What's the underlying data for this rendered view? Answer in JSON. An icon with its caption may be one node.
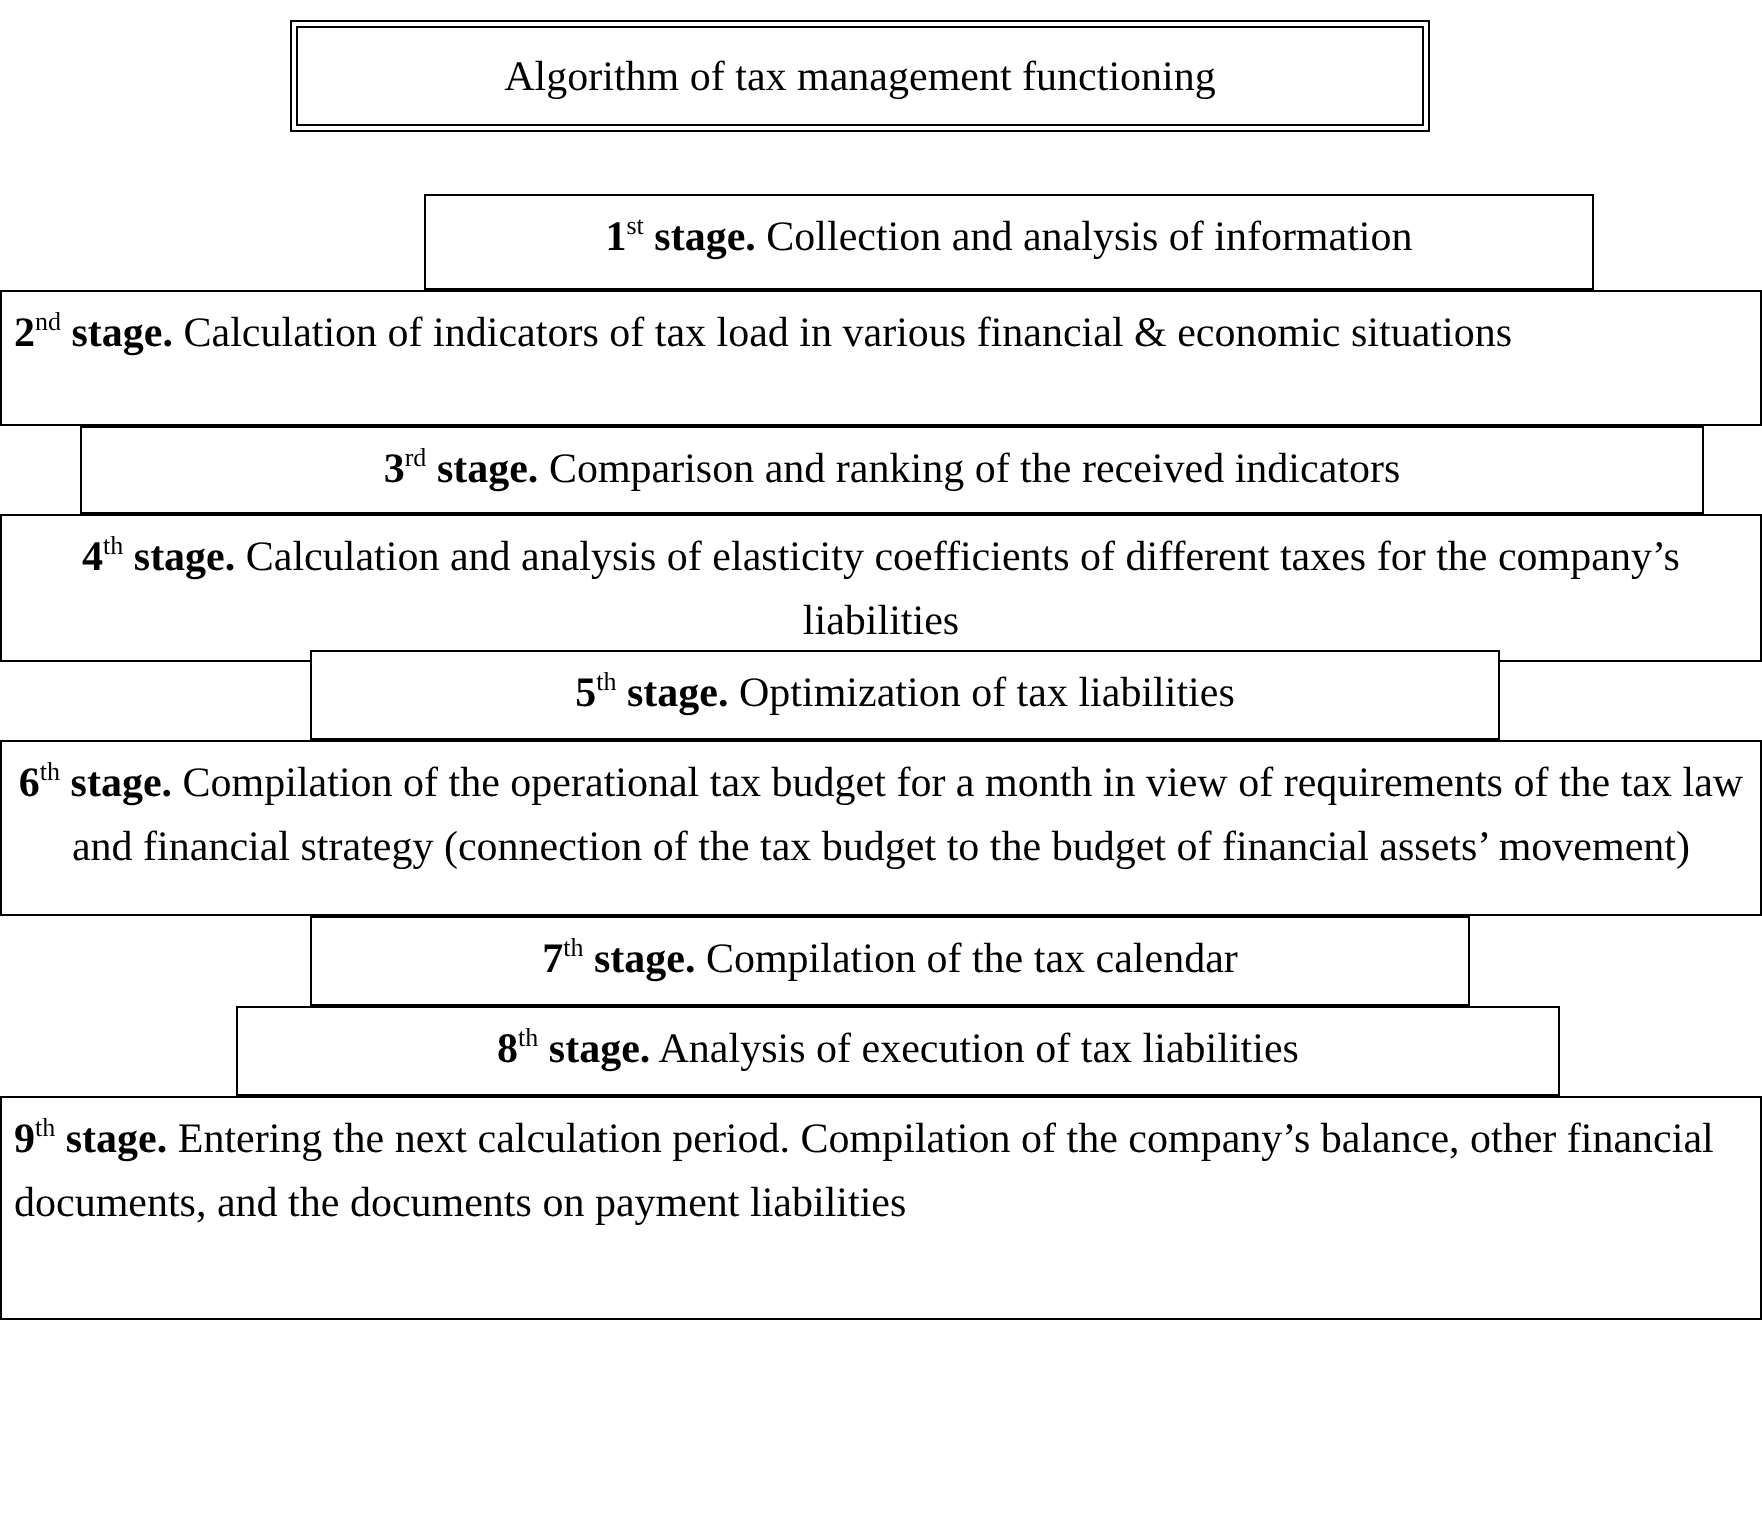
{
  "diagram": {
    "nodes": [
      {
        "text": [
          "Algorithm of tax management functioning"
        ]
      },
      {
        "text": [
          "**1**$^{st}$ **stage.** Collection and analysis of information"
        ]
      },
      {
        "text": [
          "**2**$^{nd}$ **stage.** Calculation of indicators of tax load in various financial & economic situations"
        ]
      },
      {
        "text": [
          "**3**$^{rd}$ **stage.** Comparison and ranking of the received indicators"
        ]
      },
      {
        "text": [
          "**4**$^{th}$ **stage.** Calculation and analysis of elasticity coefficients of different taxes for the company’s liabilities"
        ]
      },
      {
        "text": [
          "**5**$^{th}$ **stage.** Optimization of tax liabilities"
        ]
      },
      {
        "text": [
          "**6**$^{th}$ **stage.** Compilation of the operational tax budget for a month in view of requirements of the tax law and financial strategy (connection of the tax budget to the budget of financial assets’ movement)"
        ]
      },
      {
        "text": [
          "**7**$^{th}$ **stage.** Compilation of the tax calendar"
        ]
      },
      {
        "text": [
          "**8**$^{th}$ **stage.** Analysis of execution of tax liabilities"
        ]
      },
      {
        "text": [
          "**9**$^{th}$ **stage.** Entering the next calculation period. Compilation of the company’s balance, other financial documents, and the documents on payment liabilities"
        ]
      }
    ]
  }
}
